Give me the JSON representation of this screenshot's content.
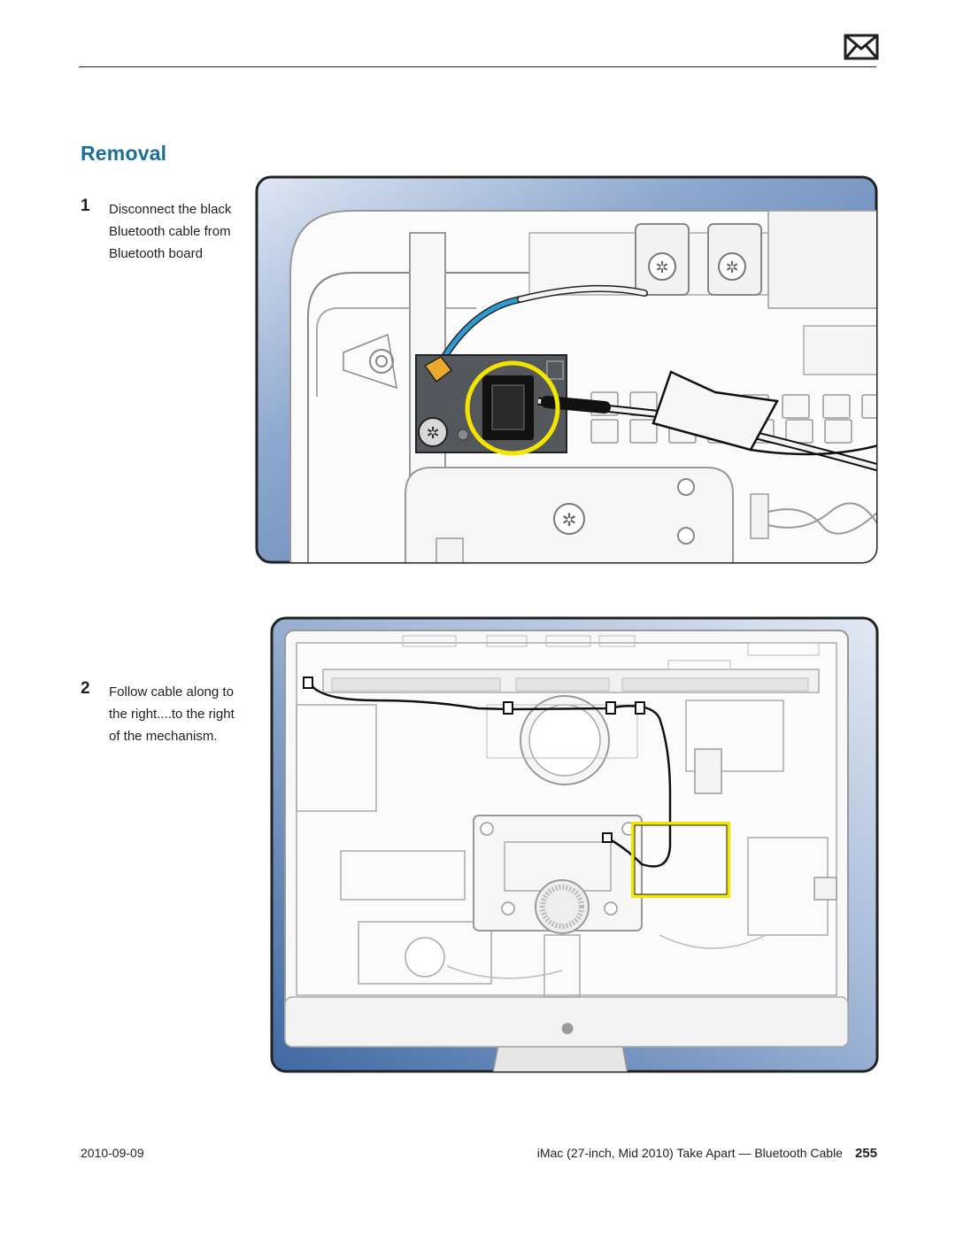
{
  "header": {
    "mail_icon": "envelope-icon"
  },
  "section": {
    "title": "Removal"
  },
  "steps": [
    {
      "number": "1",
      "lines": [
        "Disconnect the black",
        "Bluetooth cable from",
        "Bluetooth board"
      ]
    },
    {
      "number": "2",
      "lines": [
        "Follow cable along to",
        "the right....to the right",
        "of the mechanism."
      ]
    }
  ],
  "colors": {
    "title": "#1a6f9a",
    "highlight": "#f2e600",
    "frame_blue": "#4f79ae",
    "cable_blue": "#2d9ad1"
  },
  "footer": {
    "date": "2010-09-09",
    "doc_title": "iMac (27-inch, Mid 2010) Take Apart — Bluetooth Cable",
    "page": "255"
  }
}
